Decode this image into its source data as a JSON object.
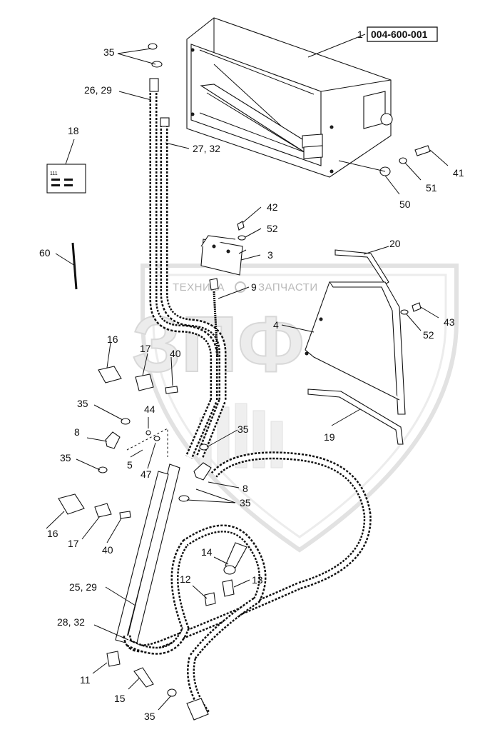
{
  "watermark": {
    "brand_left": "ТЕХНИКА",
    "brand_right": "ЗАПЧАСТИ",
    "logo_letters": "ЗПФ"
  },
  "assembly_number": "004-600-001",
  "callouts": [
    {
      "id": "c1",
      "text": "1"
    },
    {
      "id": "c35a",
      "text": "35"
    },
    {
      "id": "c2629",
      "text": "26, 29"
    },
    {
      "id": "c2732",
      "text": "27, 32"
    },
    {
      "id": "c18",
      "text": "18"
    },
    {
      "id": "c41",
      "text": "41"
    },
    {
      "id": "c51",
      "text": "51"
    },
    {
      "id": "c50",
      "text": "50"
    },
    {
      "id": "c42",
      "text": "42"
    },
    {
      "id": "c52a",
      "text": "52"
    },
    {
      "id": "c3",
      "text": "3"
    },
    {
      "id": "c60",
      "text": "60"
    },
    {
      "id": "c20",
      "text": "20"
    },
    {
      "id": "c9",
      "text": "9"
    },
    {
      "id": "c4",
      "text": "4"
    },
    {
      "id": "c43",
      "text": "43"
    },
    {
      "id": "c52b",
      "text": "52"
    },
    {
      "id": "c16a",
      "text": "16"
    },
    {
      "id": "c17a",
      "text": "17"
    },
    {
      "id": "c40a",
      "text": "40"
    },
    {
      "id": "c35b",
      "text": "35"
    },
    {
      "id": "c44",
      "text": "44"
    },
    {
      "id": "c8a",
      "text": "8"
    },
    {
      "id": "c35c",
      "text": "35"
    },
    {
      "id": "c19",
      "text": "19"
    },
    {
      "id": "c35d",
      "text": "35"
    },
    {
      "id": "c5",
      "text": "5"
    },
    {
      "id": "c47",
      "text": "47"
    },
    {
      "id": "c8b",
      "text": "8"
    },
    {
      "id": "c35e",
      "text": "35"
    },
    {
      "id": "c16b",
      "text": "16"
    },
    {
      "id": "c17b",
      "text": "17"
    },
    {
      "id": "c40b",
      "text": "40"
    },
    {
      "id": "c14",
      "text": "14"
    },
    {
      "id": "c12",
      "text": "12"
    },
    {
      "id": "c13",
      "text": "13"
    },
    {
      "id": "c2529",
      "text": "25, 29"
    },
    {
      "id": "c2832",
      "text": "28, 32"
    },
    {
      "id": "c11",
      "text": "11"
    },
    {
      "id": "c15",
      "text": "15"
    },
    {
      "id": "c35f",
      "text": "35"
    }
  ],
  "label_card_text": {
    "line1": "111"
  }
}
